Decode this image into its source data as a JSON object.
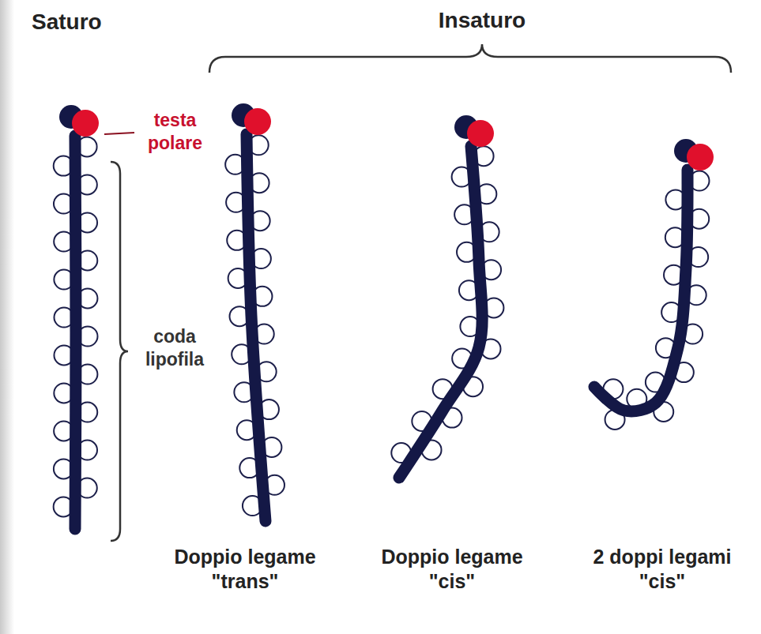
{
  "diagram": {
    "labels": [
      "Saturo",
      "Insaturo",
      "testa polare",
      "coda lipofila",
      "Doppio legame \"trans\"",
      "Doppio legame \"cis\"",
      "2 doppi legami \"cis\""
    ]
  }
}
